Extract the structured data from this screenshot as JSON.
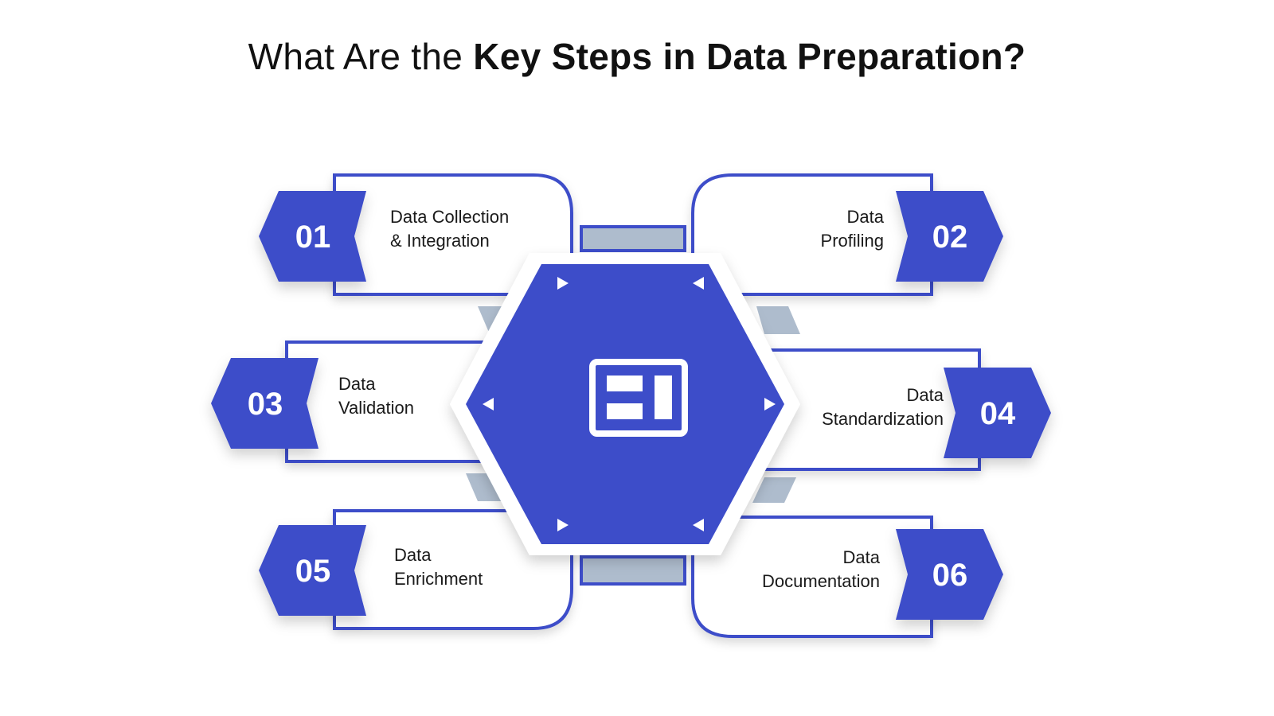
{
  "title": {
    "light": "What Are the ",
    "bold": "Key Steps in Data Preparation?"
  },
  "center": {
    "icon": "dashboard-layout-icon"
  },
  "steps": [
    {
      "number": "01",
      "line1": "Data Collection",
      "line2": "& Integration"
    },
    {
      "number": "02",
      "line1": "Data",
      "line2": "Profiling"
    },
    {
      "number": "03",
      "line1": "Data",
      "line2": "Validation"
    },
    {
      "number": "04",
      "line1": "Data",
      "line2": "Standardization"
    },
    {
      "number": "05",
      "line1": "Data",
      "line2": "Enrichment"
    },
    {
      "number": "06",
      "line1": "Data",
      "line2": "Documentation"
    }
  ],
  "colors": {
    "accent": "#3d4dc9",
    "connector": "#aebccd",
    "card_border": "#3d4dc9",
    "background": "#ffffff"
  }
}
